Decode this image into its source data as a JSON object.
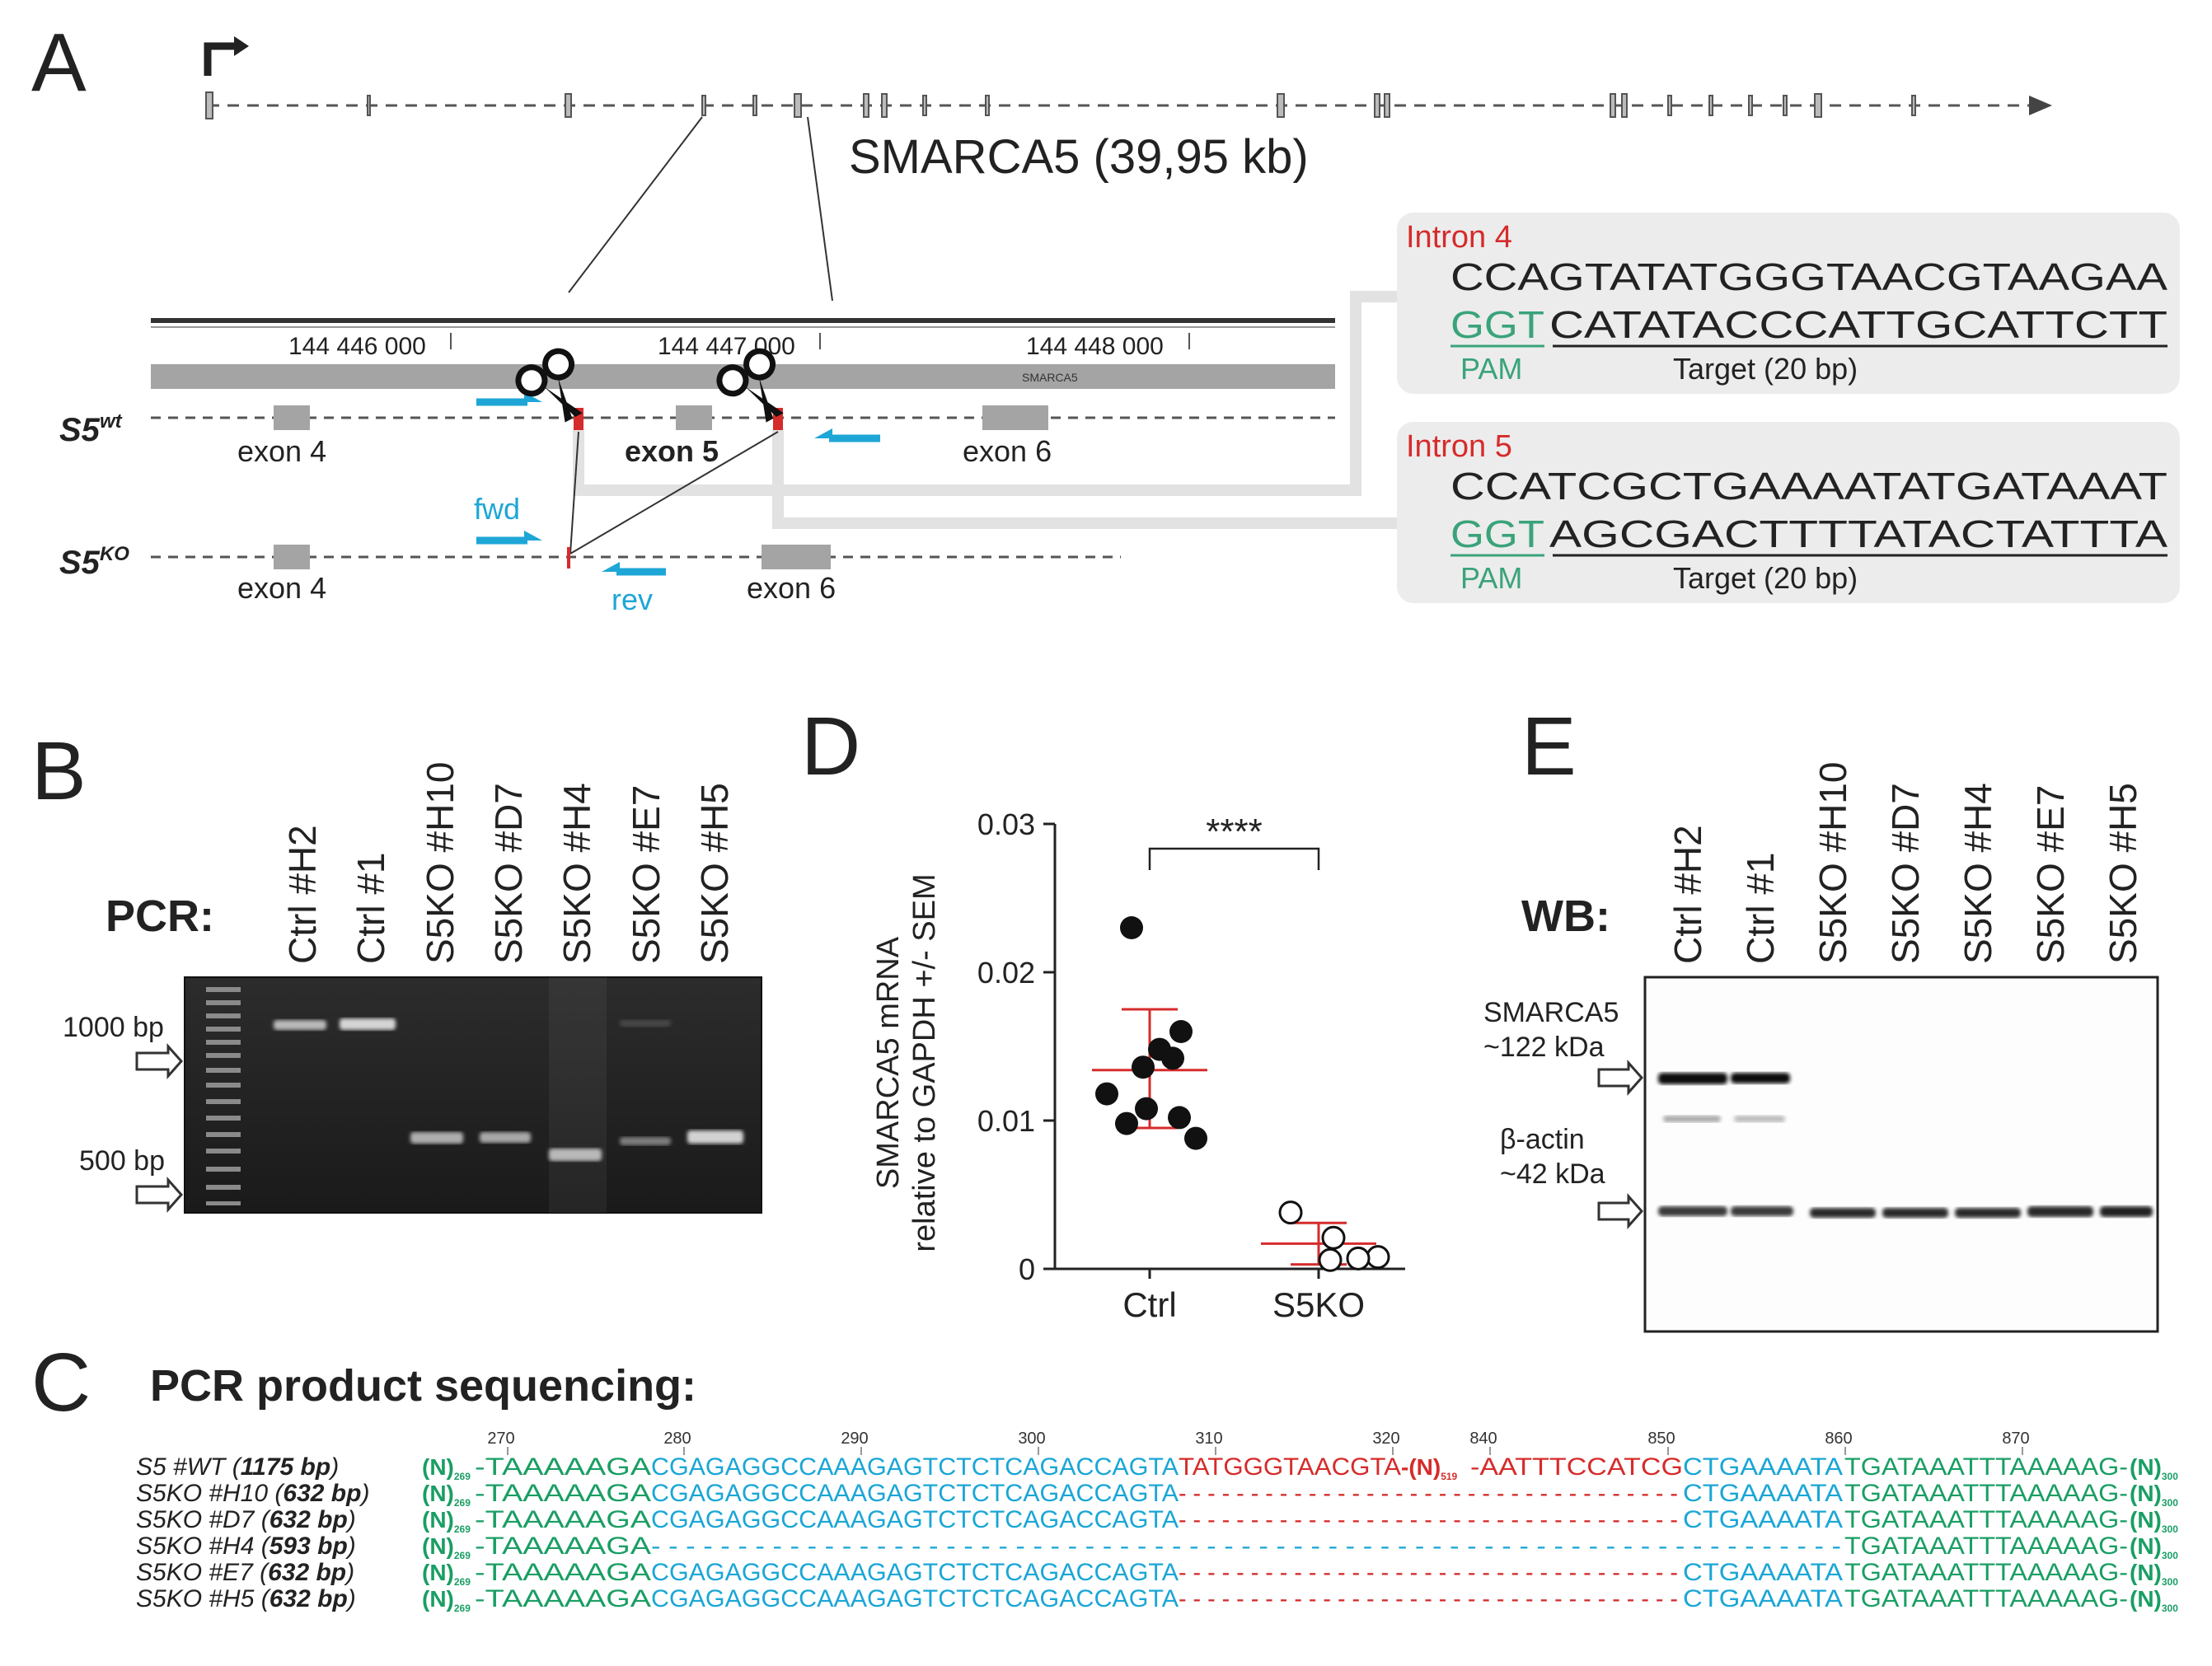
{
  "panelA": {
    "letter": "A",
    "gene_title": "SMARCA5 (39,95 kb)",
    "coords": [
      "144 446 000",
      "144 447 000",
      "144 448 000"
    ],
    "track_label": "SMARCA5",
    "allele_wt": "S5",
    "allele_wt_sup": "wt",
    "allele_ko": "S5",
    "allele_ko_sup": "KO",
    "exons_wt": [
      "exon 4",
      "exon 5",
      "exon 6"
    ],
    "exons_ko": [
      "exon 4",
      "exon 6"
    ],
    "primer_fwd": "fwd",
    "primer_rev": "rev",
    "intron4": {
      "label": "Intron 4",
      "top_seq": "CCAGTATATGGGTAACGTAAGAA",
      "pam_seq": "GGT",
      "target_seq": "CATATACCCATTGCATTCTT",
      "pam_label": "PAM",
      "target_label": "Target (20 bp)"
    },
    "intron5": {
      "label": "Intron 5",
      "top_seq": "CCATCGCTGAAAATATGATAAAT",
      "pam_seq": "GGT",
      "target_seq": "AGCGACTTTTATACTATTTA",
      "pam_label": "PAM",
      "target_label": "Target (20 bp)"
    }
  },
  "panelB": {
    "letter": "B",
    "method": "PCR:",
    "lanes": [
      "Ctrl #H2",
      "Ctrl #1",
      "S5KO #H10",
      "S5KO #D7",
      "S5KO #H4",
      "S5KO #E7",
      "S5KO #H5"
    ],
    "markers": [
      "1000 bp",
      "500 bp"
    ]
  },
  "panelC": {
    "letter": "C",
    "title": "PCR product sequencing:",
    "positions": [
      "270",
      "280",
      "290",
      "300",
      "310",
      "320",
      "840",
      "850",
      "860",
      "870"
    ],
    "rows": [
      {
        "name": "S5 #WT (",
        "size": "1175 bp",
        "close": ")",
        "n_left": "(N)",
        "n_left_sub": "269",
        "left_green": "-TAAAAAGA",
        "blue": "CGAGAGGCCAAAGAGTCTCTCAGACCAGTA",
        "mid_red": "TATGGGTAACGTA",
        "mid_n": "-(N)",
        "mid_n_sub": "519",
        "mid_red2": "-AATTTCCATCG",
        "dash_text": "",
        "right_blue": "CTGAAAATA",
        "right_green": "TGATAAATTTAAAAAG-",
        "n_right": "(N)",
        "n_right_sub": "300"
      },
      {
        "name": "S5KO #H10 (",
        "size": "632 bp",
        "close": ")",
        "n_left": "(N)",
        "n_left_sub": "269",
        "left_green": "-TAAAAAGA",
        "blue": "CGAGAGGCCAAAGAGTCTCTCAGACCAGTA",
        "mid_red": "",
        "mid_n": "",
        "mid_n_sub": "",
        "mid_red2": "",
        "dash_text": "- - - - - - - - - - - - - - - - - - - - - - - - - - - - - - - - - - -",
        "right_blue": "CTGAAAATA",
        "right_green": "TGATAAATTTAAAAAG-",
        "n_right": "(N)",
        "n_right_sub": "300"
      },
      {
        "name": "S5KO #D7 (",
        "size": "632 bp",
        "close": ")",
        "n_left": "(N)",
        "n_left_sub": "269",
        "left_green": "-TAAAAAGA",
        "blue": "CGAGAGGCCAAAGAGTCTCTCAGACCAGTA",
        "mid_red": "",
        "mid_n": "",
        "mid_n_sub": "",
        "mid_red2": "",
        "dash_text": "- - - - - - - - - - - - - - - - - - - - - - - - - - - - - - - - - - -",
        "right_blue": "CTGAAAATA",
        "right_green": "TGATAAATTTAAAAAG-",
        "n_right": "(N)",
        "n_right_sub": "300"
      },
      {
        "name": "S5KO #H4 (",
        "size": "593 bp",
        "close": ")",
        "n_left": "(N)",
        "n_left_sub": "269",
        "left_green": "-TAAAAAGA",
        "blue": "",
        "mid_red": "",
        "mid_n": "",
        "mid_n_sub": "",
        "mid_red2": "",
        "dash_text": "- - - - - - - - - - - - - - - - - - - - - - - - - - - - - - - - - - - - - - - - - - - - - - - - - - - - - - - - - - - - - - - - - - - - -",
        "right_blue": "",
        "right_green": "TGATAAATTTAAAAAG-",
        "n_right": "(N)",
        "n_right_sub": "300"
      },
      {
        "name": "S5KO #E7 (",
        "size": "632 bp",
        "close": ")",
        "n_left": "(N)",
        "n_left_sub": "269",
        "left_green": "-TAAAAAGA",
        "blue": "CGAGAGGCCAAAGAGTCTCTCAGACCAGTA",
        "mid_red": "",
        "mid_n": "",
        "mid_n_sub": "",
        "mid_red2": "",
        "dash_text": "- - - - - - - - - - - - - - - - - - - - - - - - - - - - - - - - - - -",
        "right_blue": "CTGAAAATA",
        "right_green": "TGATAAATTTAAAAAG-",
        "n_right": "(N)",
        "n_right_sub": "300"
      },
      {
        "name": "S5KO #H5 (",
        "size": "632 bp",
        "close": ")",
        "n_left": "(N)",
        "n_left_sub": "269",
        "left_green": "-TAAAAAGA",
        "blue": "CGAGAGGCCAAAGAGTCTCTCAGACCAGTA",
        "mid_red": "",
        "mid_n": "",
        "mid_n_sub": "",
        "mid_red2": "",
        "dash_text": "- - - - - - - - - - - - - - - - - - - - - - - - - - - - - - - - - - -",
        "right_blue": "CTGAAAATA",
        "right_green": "TGATAAATTTAAAAAG-",
        "n_right": "(N)",
        "n_right_sub": "300"
      }
    ]
  },
  "panelD": {
    "letter": "D",
    "significance": "****"
  },
  "panelE": {
    "letter": "E",
    "method": "WB:",
    "lanes": [
      "Ctrl #H2",
      "Ctrl #1",
      "S5KO #H10",
      "S5KO #D7",
      "S5KO #H4",
      "S5KO #E7",
      "S5KO #H5"
    ],
    "band1_name": "SMARCA5",
    "band1_size": "~122 kDa",
    "band2_name": "β-actin",
    "band2_size": "~42 kDa"
  },
  "colors": {
    "red": "#d62b2b",
    "cyan": "#1ea6d6",
    "green": "#1a9e64",
    "seq_blue": "#1aa6d6",
    "pam_green": "#3aa37a",
    "box_gray": "#ececec"
  },
  "chart_data": {
    "type": "scatter",
    "title": "",
    "xlabel": "",
    "ylabel": "SMARCA5 mRNA relative to GAPDH +/- SEM",
    "categories": [
      "Ctrl",
      "S5KO"
    ],
    "ylim": [
      0,
      0.03
    ],
    "yticks": [
      "0",
      "0.01",
      "0.02",
      "0.03"
    ],
    "series": [
      {
        "name": "Ctrl",
        "marker": "filled",
        "values": [
          0.023,
          0.016,
          0.0148,
          0.0142,
          0.0136,
          0.0118,
          0.0108,
          0.0102,
          0.0098,
          0.0088
        ],
        "mean": 0.0134,
        "sem_low": 0.0095,
        "sem_high": 0.0175
      },
      {
        "name": "S5KO",
        "marker": "open",
        "values": [
          0.0038,
          0.0021,
          0.0008,
          0.0007,
          0.0006
        ],
        "mean": 0.0017,
        "sem_low": 0.0003,
        "sem_high": 0.0031
      }
    ],
    "grid": false,
    "legend": "none"
  }
}
